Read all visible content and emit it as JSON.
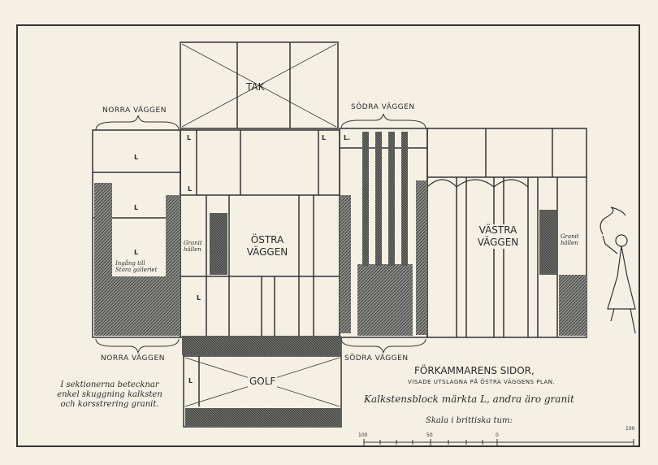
{
  "labels": {
    "tak": "TAK",
    "golf": "GOLF",
    "norra_top": "NORRA VÄGGEN",
    "norra_bottom": "NORRA VÄGGEN",
    "sodra_top": "SÖDRA VÄGGEN",
    "sodra_bottom": "SÖDRA VÄGGEN",
    "ostra_line1": "ÖSTRA",
    "ostra_line2": "VÄGGEN",
    "vastra_line1": "VÄSTRA",
    "vastra_line2": "VÄGGEN",
    "granit_left_1": "Granit",
    "granit_left_2": "hällen",
    "granit_right_1": "Granit",
    "granit_right_2": "hällen",
    "ingang_1": "Ingång till",
    "ingang_2": "Stora galleriet",
    "block_mark": "L",
    "block_mark_dot": "L."
  },
  "title": {
    "main": "FÖRKAMMARENS SIDOR,",
    "sub": "VISADE UTSLAGNA PÅ ÖSTRA VÄGGENS PLAN.",
    "legend": "Kalkstensblock märkta L, andra äro granit",
    "scale": "Skala i brittiska tum:"
  },
  "note": {
    "line1": "I sektionerna betecknar",
    "line2": "enkel skuggning kalksten",
    "line3": "och korsstrering granit."
  },
  "scale_ticks": [
    "100",
    "50",
    "0",
    "100"
  ]
}
